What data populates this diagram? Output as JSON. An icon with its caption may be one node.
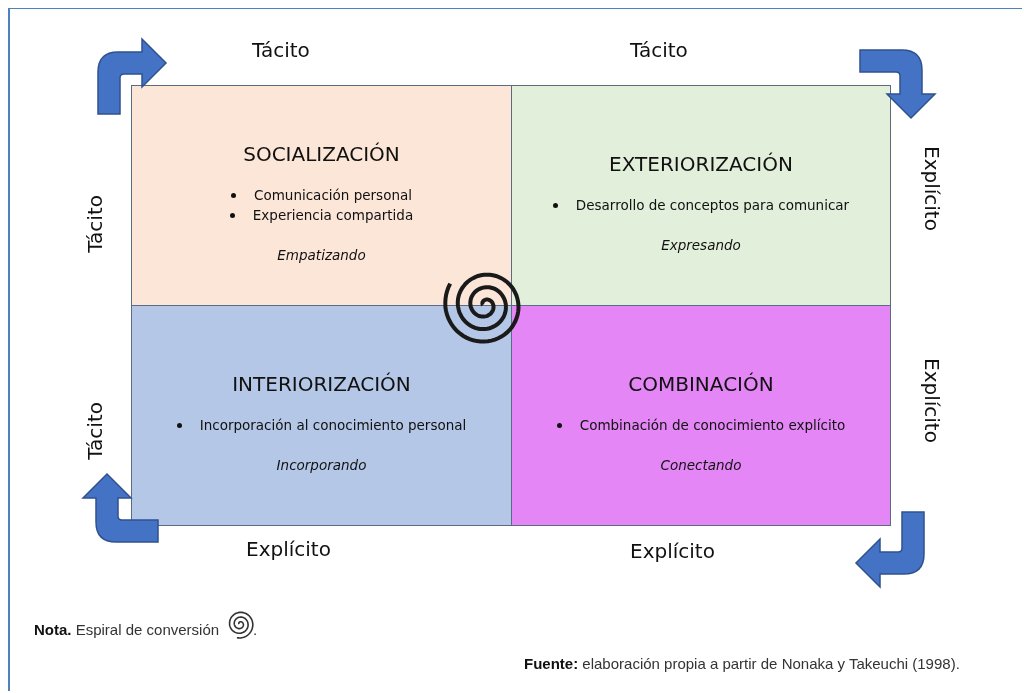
{
  "diagram": {
    "nodes": [
      {
        "text": [
          "SOCIALIZACIÓN",
          "Comunicación personal",
          "Experiencia compartida",
          "Empatizando"
        ]
      },
      {
        "text": [
          "EXTERIORIZACIÓN",
          "Desarrollo de conceptos para comunicar",
          "Expresando"
        ]
      },
      {
        "text": [
          "INTERIORIZACIÓN",
          "Incorporación al conocimiento personal",
          "Incorporando"
        ]
      },
      {
        "text": [
          "COMBINACIÓN",
          "Combinación de conocimiento explícito",
          "Conectando"
        ]
      }
    ],
    "edges": [],
    "labels": [
      "Tácito",
      "Tácito",
      "Tácito",
      "Explícito",
      "Tácito",
      "Explícito",
      "Explícito",
      "Explícito",
      "**Nota.** Espiral de conversión",
      ".",
      "**Fuente:** elaboración propia a partir de Nonaka y Takeuchi (1998)."
    ]
  }
}
